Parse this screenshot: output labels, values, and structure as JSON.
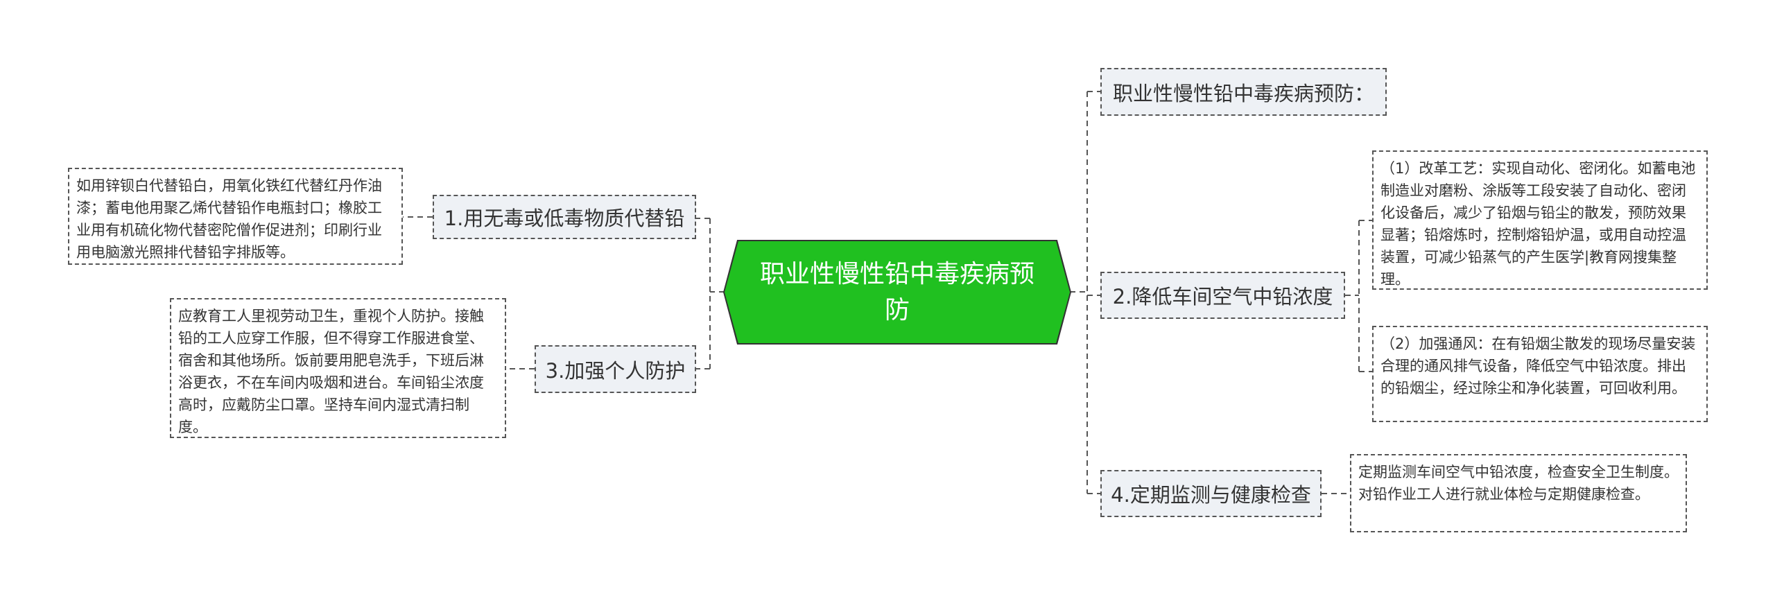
{
  "root": {
    "label": "职业性慢性铅中毒疾病预防"
  },
  "branches": [
    {
      "label": "职业性慢性铅中毒疾病预防："
    },
    {
      "label": "1.用无毒或低毒物质代替铅",
      "details": [
        "如用锌钡白代替铅白，用氧化铁红代替红丹作油漆；蓄电他用聚乙烯代替铅作电瓶封口；橡胶工业用有机硫化物代替密陀僧作促进剂；印刷行业用电脑激光照排代替铅字排版等。"
      ]
    },
    {
      "label": "2.降低车间空气中铅浓度",
      "details": [
        "（1）改革工艺：实现自动化、密闭化。如蓄电池制造业对磨粉、涂版等工段安装了自动化、密闭化设备后，减少了铅烟与铅尘的散发，预防效果显著；铅熔炼时，控制熔铅炉温，或用自动控温装置，可减少铅蒸气的产生医学|教育网搜集整理。",
        "（2）加强通风：在有铅烟尘散发的现场尽量安装合理的通风排气设备，降低空气中铅浓度。排出的铅烟尘，经过除尘和净化装置，可回收利用。"
      ]
    },
    {
      "label": "3.加强个人防护",
      "details": [
        "应教育工人里视劳动卫生，重视个人防护。接触铅的工人应穿工作服，但不得穿工作服进食堂、宿舍和其他场所。饭前要用肥皂洗手，下班后淋浴更衣，不在车间内吸烟和进台。车间铅尘浓度高时，应戴防尘口罩。坚持车间内湿式清扫制度。"
      ]
    },
    {
      "label": "4.定期监测与健康检查",
      "details": [
        "定期监测车间空气中铅浓度，检查安全卫生制度。对铅作业工人进行就业体检与定期健康检查。"
      ]
    }
  ],
  "colors": {
    "root": "#20c020",
    "node_bg": "#eef1f5",
    "line": "#555555"
  }
}
